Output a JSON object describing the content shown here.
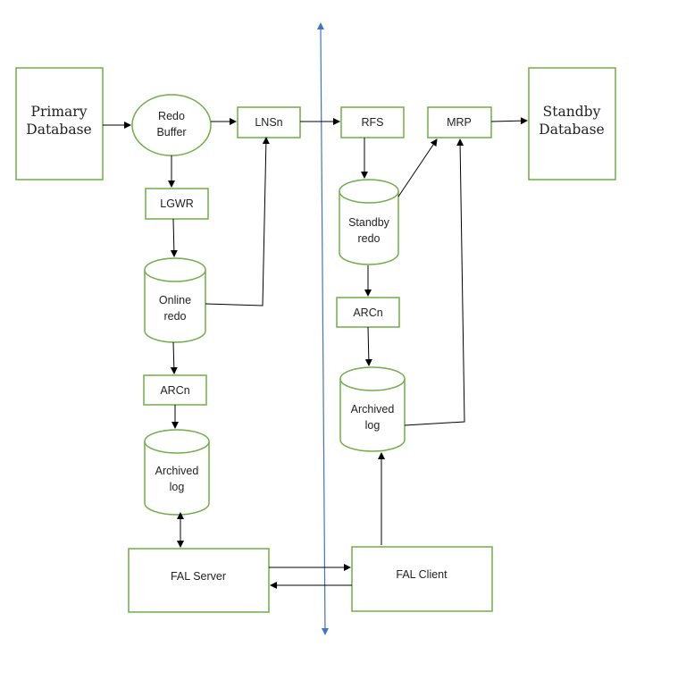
{
  "colors": {
    "shape_stroke": "#70ad47",
    "connector": "#000000",
    "divider": "#4472c4",
    "text": "#222222"
  },
  "labels": {
    "primary_line1": "Primary",
    "primary_line2": "Database",
    "standby_line1": "Standby",
    "standby_line2": "Database",
    "redo_buffer_line1": "Redo",
    "redo_buffer_line2": "Buffer",
    "lnsn": "LNSn",
    "rfs": "RFS",
    "mrp": "MRP",
    "lgwr": "LGWR",
    "online_redo_line1": "Online",
    "online_redo_line2": "redo",
    "standby_redo_line1": "Standby",
    "standby_redo_line2": "redo",
    "arcn_primary": "ARCn",
    "arcn_standby": "ARCn",
    "archived_log_primary_line1": "Archived",
    "archived_log_primary_line2": "log",
    "archived_log_standby_line1": "Archived",
    "archived_log_standby_line2": "log",
    "fal_server": "FAL Server",
    "fal_client": "FAL Client"
  }
}
